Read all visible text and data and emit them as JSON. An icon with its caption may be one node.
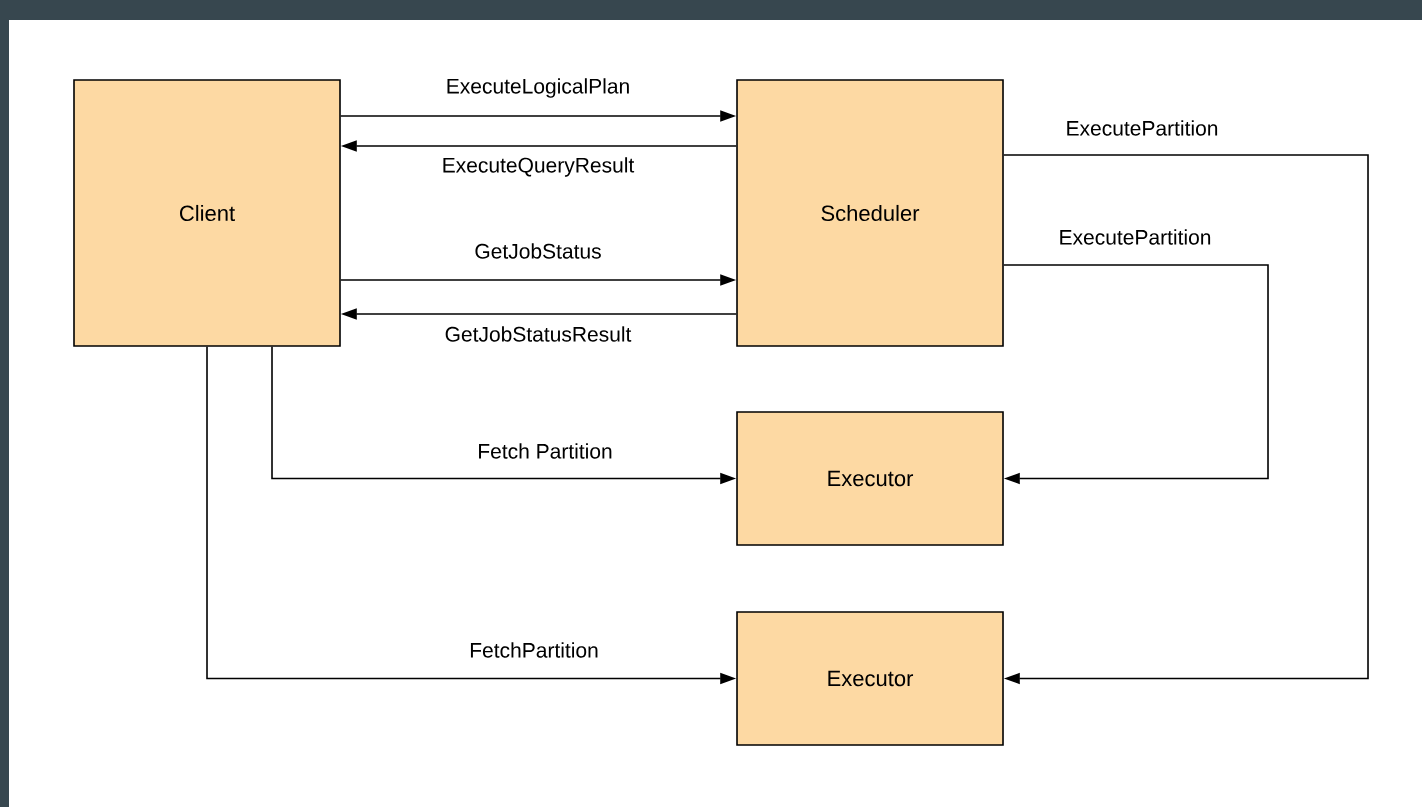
{
  "diagram": {
    "nodes": [
      {
        "text": [
          "Client"
        ]
      },
      {
        "text": [
          "Scheduler"
        ]
      },
      {
        "text": [
          "Executor"
        ]
      },
      {
        "text": [
          "Executor"
        ]
      }
    ],
    "edges": [
      {
        "from": 0,
        "to": 1,
        "arrow": "to",
        "label": "ExecuteLogicalPlan"
      },
      {
        "from": 1,
        "to": 0,
        "arrow": "to",
        "label": "ExecuteQueryResult"
      },
      {
        "from": 0,
        "to": 1,
        "arrow": "to",
        "label": "GetJobStatus"
      },
      {
        "from": 1,
        "to": 0,
        "arrow": "to",
        "label": "GetJobStatusResult"
      },
      {
        "from": 0,
        "to": 2,
        "arrow": "to",
        "label": "Fetch Partition"
      },
      {
        "from": 0,
        "to": 3,
        "arrow": "to",
        "label": "FetchPartition"
      },
      {
        "from": 1,
        "to": 2,
        "arrow": "to",
        "label": "ExecutePartition"
      },
      {
        "from": 1,
        "to": 3,
        "arrow": "to",
        "label": "ExecutePartition"
      }
    ]
  }
}
